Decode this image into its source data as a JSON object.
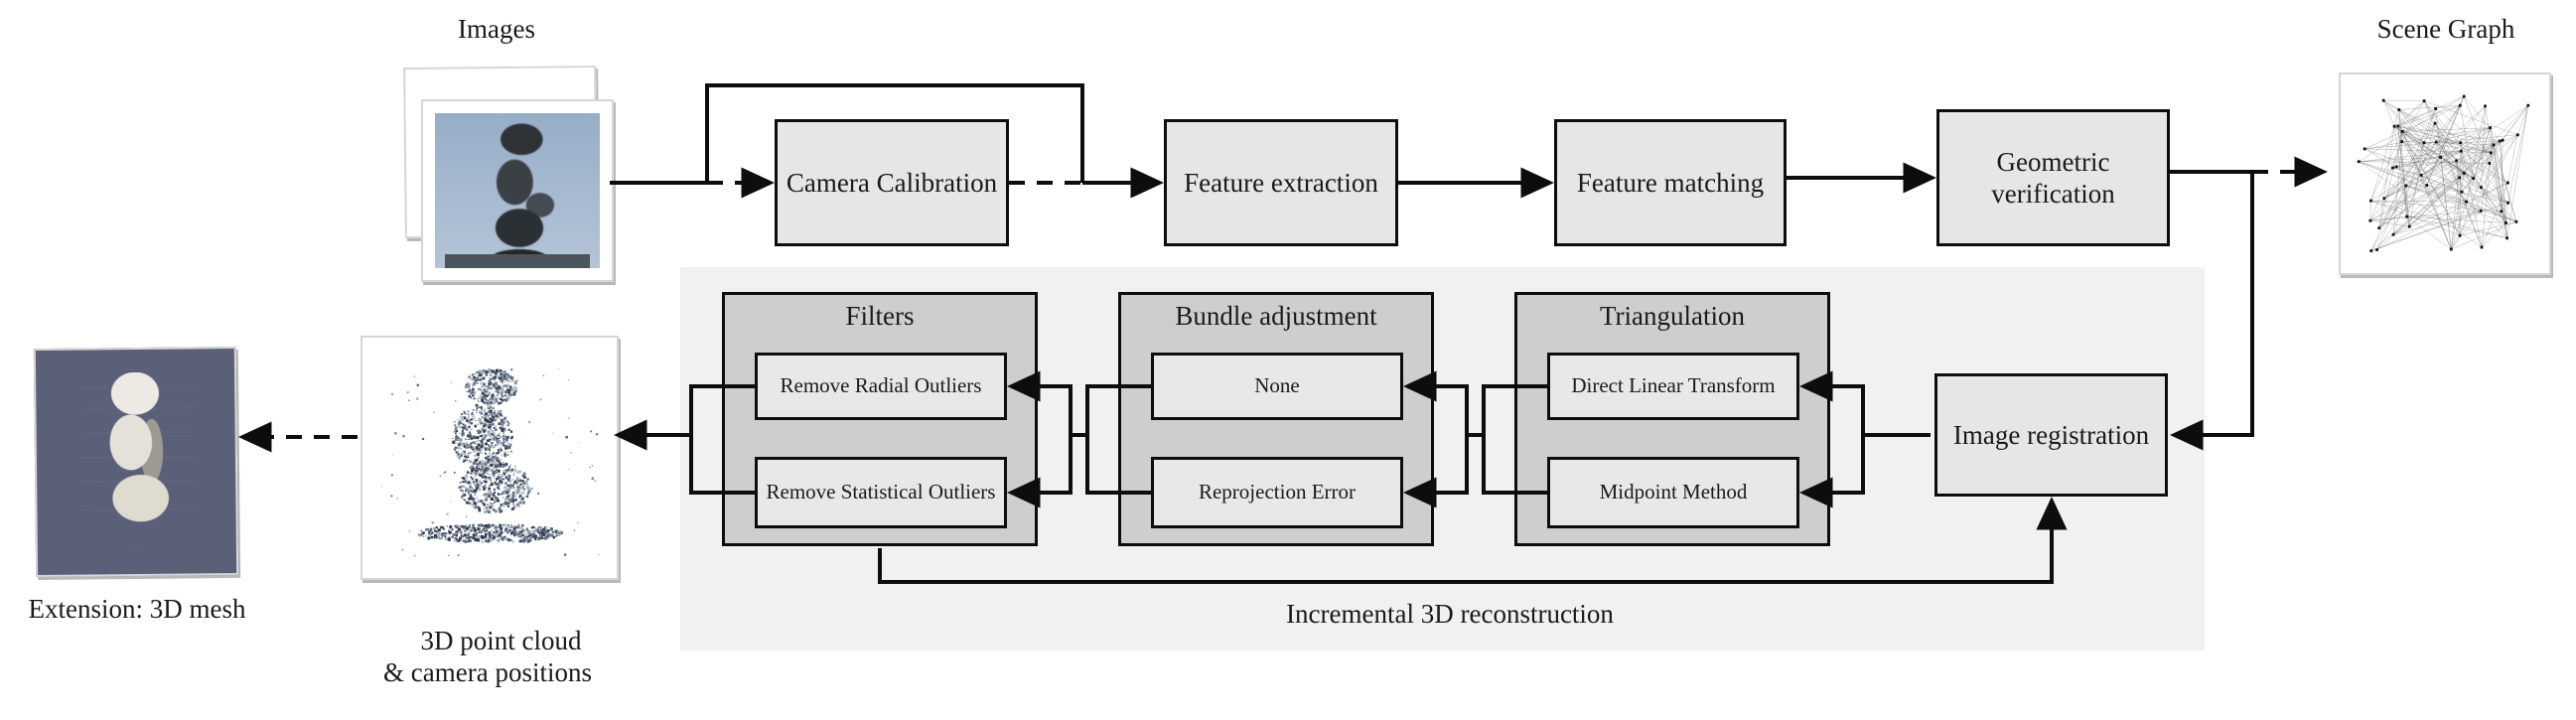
{
  "diagram": {
    "title_note": "Structure-from-Motion pipeline",
    "colors": {
      "panel_bg": "#f1f1f1",
      "group_bg": "#cecece",
      "box_bg": "#e6e6e6",
      "sub_bg": "#e8e8e8",
      "stroke": "#0d0d0d",
      "mesh_bg": "#5b6079"
    }
  },
  "inputs": {
    "images_label": "Images"
  },
  "outputs": {
    "scene_graph_label": "Scene Graph",
    "point_cloud_label": "3D point cloud\n& camera positions",
    "mesh_label": "Extension: 3D mesh"
  },
  "pipeline": {
    "stages": [
      {
        "id": "camera-calibration",
        "label": "Camera\nCalibration"
      },
      {
        "id": "feature-extraction",
        "label": "Feature\nextraction"
      },
      {
        "id": "feature-matching",
        "label": "Feature\nmatching"
      },
      {
        "id": "geometric-verification",
        "label": "Geometric\nverification"
      },
      {
        "id": "image-registration",
        "label": "Image\nregistration"
      }
    ]
  },
  "reconstruction": {
    "panel_label": "Incremental 3D reconstruction",
    "groups": [
      {
        "id": "filters",
        "label": "Filters",
        "options": [
          "Remove Radial Outliers",
          "Remove Statistical\nOutliers"
        ]
      },
      {
        "id": "bundle-adjustment",
        "label": "Bundle adjustment",
        "options": [
          "None",
          "Reprojection Error"
        ]
      },
      {
        "id": "triangulation",
        "label": "Triangulation",
        "options": [
          "Direct Linear Transform",
          "Midpoint Method"
        ]
      }
    ]
  }
}
